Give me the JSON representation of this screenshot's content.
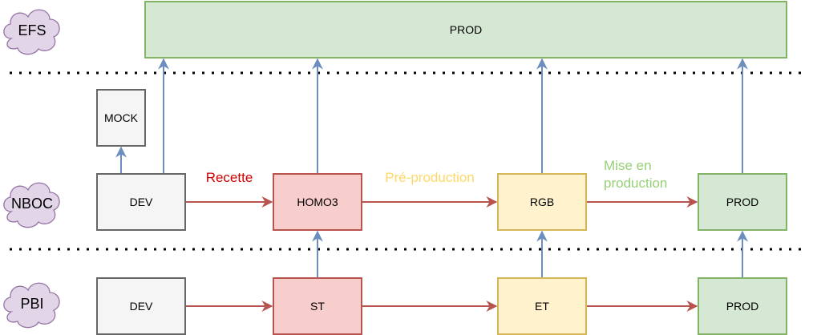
{
  "lanes": {
    "efs": "EFS",
    "nboc": "NBOC",
    "pbi": "PBI"
  },
  "boxes": {
    "efs_prod": "PROD",
    "mock": "MOCK",
    "nboc_dev": "DEV",
    "homo3": "HOMO3",
    "rgb": "RGB",
    "nboc_prod": "PROD",
    "pbi_dev": "DEV",
    "st": "ST",
    "et": "ET",
    "pbi_prod": "PROD"
  },
  "edge_labels": {
    "recette": "Recette",
    "preproduction": "Pré-production",
    "mise_en_line1": "Mise en",
    "mise_en_line2": "production"
  },
  "colors": {
    "grey_fill": "#f5f5f5",
    "grey_stroke": "#666666",
    "red_fill": "#f8cecc",
    "red_stroke": "#b85450",
    "yellow_fill": "#fff2cc",
    "yellow_stroke": "#d6b656",
    "green_fill": "#d5e8d4",
    "green_stroke": "#82b366",
    "cloud_fill": "#e1d5e7",
    "cloud_stroke": "#9673a6",
    "blue_arrow": "#6c8ebf",
    "red_arrow": "#b85450",
    "recette_text": "#cc0000",
    "preprod_text": "#ffd966",
    "mise_text": "#97d077"
  }
}
